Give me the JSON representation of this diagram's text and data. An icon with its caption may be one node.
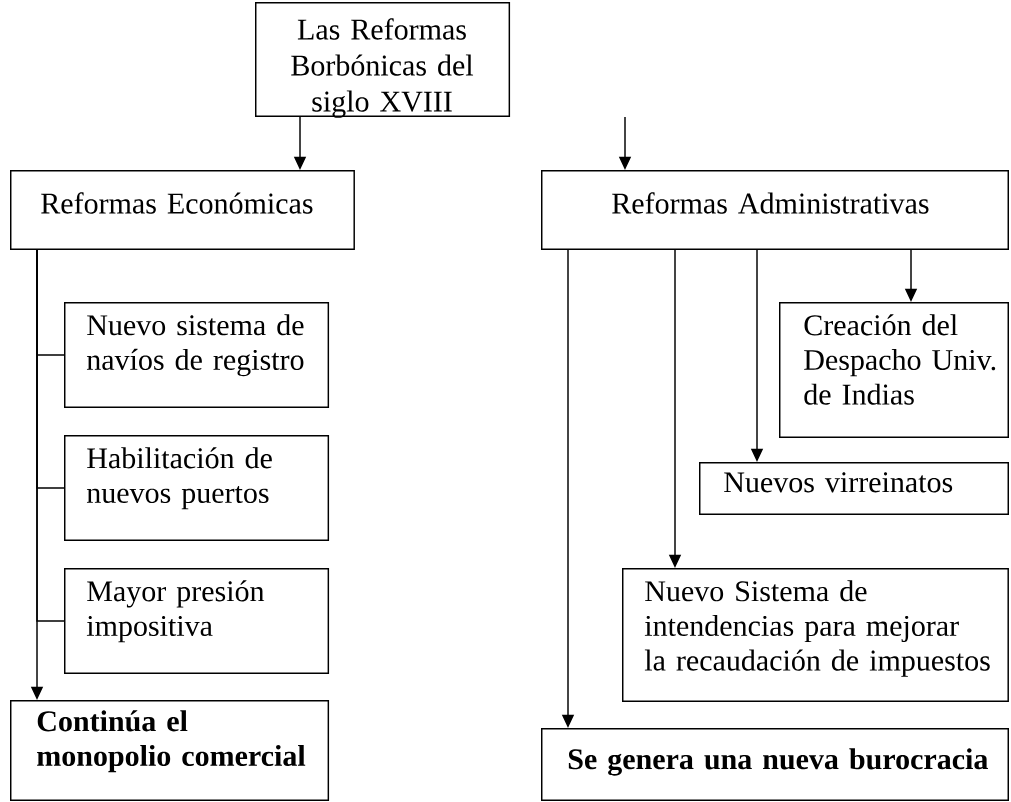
{
  "diagram": {
    "nodes": [
      {
        "text": [
          "Las Reformas Borbónicas del siglo XVIII"
        ]
      },
      {
        "text": [
          "Reformas Económicas"
        ]
      },
      {
        "text": [
          "Nuevo sistema de navíos de registro"
        ]
      },
      {
        "text": [
          "Habilitación de nuevos puertos"
        ]
      },
      {
        "text": [
          "Mayor presión impositiva"
        ]
      },
      {
        "text": [
          "Continúa el monopolio comercial"
        ]
      },
      {
        "text": [
          "Reformas Administrativas"
        ]
      },
      {
        "text": [
          "Creación del Despacho Univ. de Indias"
        ]
      },
      {
        "text": [
          "Nuevos virreinatos"
        ]
      },
      {
        "text": [
          "Nuevo Sistema de intendencias para mejorar la recaudación de impuestos"
        ]
      },
      {
        "text": [
          "Se genera una nueva burocracia"
        ]
      }
    ],
    "edges": [
      {
        "from": 0,
        "to": 1,
        "arrow": "to"
      },
      {
        "from": null,
        "to": 6,
        "arrow": "to"
      },
      {
        "from": 1,
        "to": 2,
        "arrow": "none"
      },
      {
        "from": 1,
        "to": 3,
        "arrow": "none"
      },
      {
        "from": 1,
        "to": 4,
        "arrow": "none"
      },
      {
        "from": 1,
        "to": 5,
        "arrow": "to"
      },
      {
        "from": 6,
        "to": 10,
        "arrow": "to"
      },
      {
        "from": 6,
        "to": 9,
        "arrow": "to"
      },
      {
        "from": 6,
        "to": 8,
        "arrow": "to"
      },
      {
        "from": 6,
        "to": 7,
        "arrow": "to"
      }
    ]
  }
}
